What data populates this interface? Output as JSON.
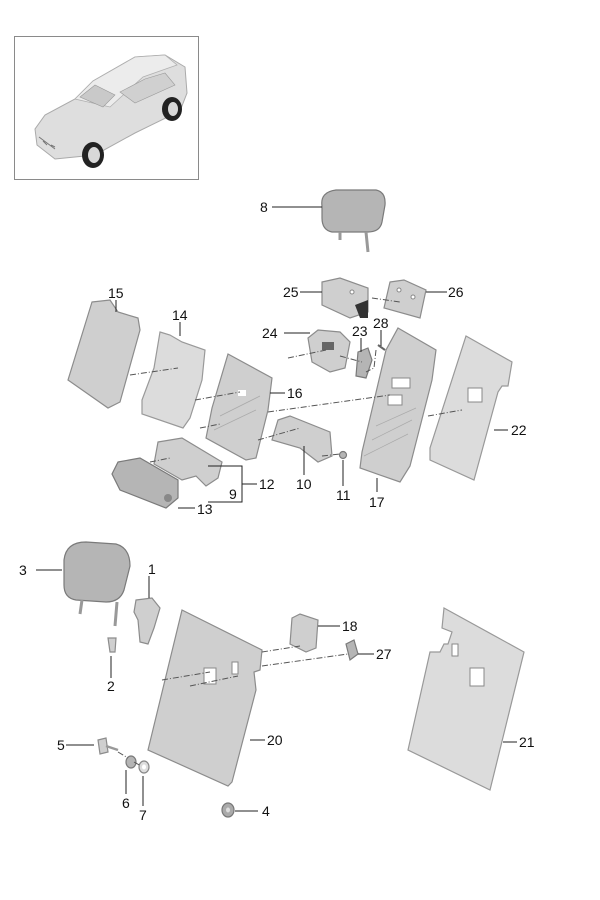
{
  "diagram": {
    "inset_vehicle": "car-overview-illustration",
    "callouts": [
      {
        "id": "c1",
        "label": "1"
      },
      {
        "id": "c2",
        "label": "2"
      },
      {
        "id": "c3",
        "label": "3"
      },
      {
        "id": "c4",
        "label": "4"
      },
      {
        "id": "c5",
        "label": "5"
      },
      {
        "id": "c6",
        "label": "6"
      },
      {
        "id": "c7",
        "label": "7"
      },
      {
        "id": "c8",
        "label": "8"
      },
      {
        "id": "c9",
        "label": "9"
      },
      {
        "id": "c10",
        "label": "10"
      },
      {
        "id": "c11",
        "label": "11"
      },
      {
        "id": "c12",
        "label": "12"
      },
      {
        "id": "c13",
        "label": "13"
      },
      {
        "id": "c14",
        "label": "14"
      },
      {
        "id": "c15",
        "label": "15"
      },
      {
        "id": "c16",
        "label": "16"
      },
      {
        "id": "c17",
        "label": "17"
      },
      {
        "id": "c18",
        "label": "18"
      },
      {
        "id": "c20",
        "label": "20"
      },
      {
        "id": "c21",
        "label": "21"
      },
      {
        "id": "c22",
        "label": "22"
      },
      {
        "id": "c23",
        "label": "23"
      },
      {
        "id": "c24",
        "label": "24"
      },
      {
        "id": "c25",
        "label": "25"
      },
      {
        "id": "c26",
        "label": "26"
      },
      {
        "id": "c27",
        "label": "27"
      },
      {
        "id": "c28",
        "label": "28"
      }
    ]
  }
}
